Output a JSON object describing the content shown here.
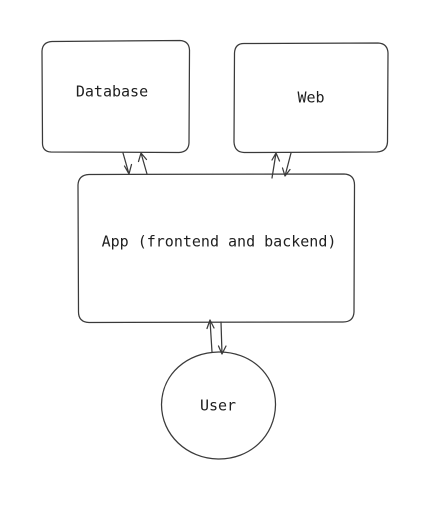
{
  "diagram": {
    "nodes": {
      "database": {
        "label": "Database"
      },
      "web": {
        "label": "Web"
      },
      "app": {
        "label": "App (frontend and backend)"
      },
      "user": {
        "label": "User"
      }
    },
    "edges": [
      {
        "from": "app",
        "to": "database",
        "bidirectional": true
      },
      {
        "from": "app",
        "to": "web",
        "bidirectional": true
      },
      {
        "from": "user",
        "to": "app",
        "bidirectional": true
      }
    ],
    "colors": {
      "stroke": "#3a3a3a",
      "text": "#1f1f1f",
      "background": "#ffffff"
    }
  }
}
